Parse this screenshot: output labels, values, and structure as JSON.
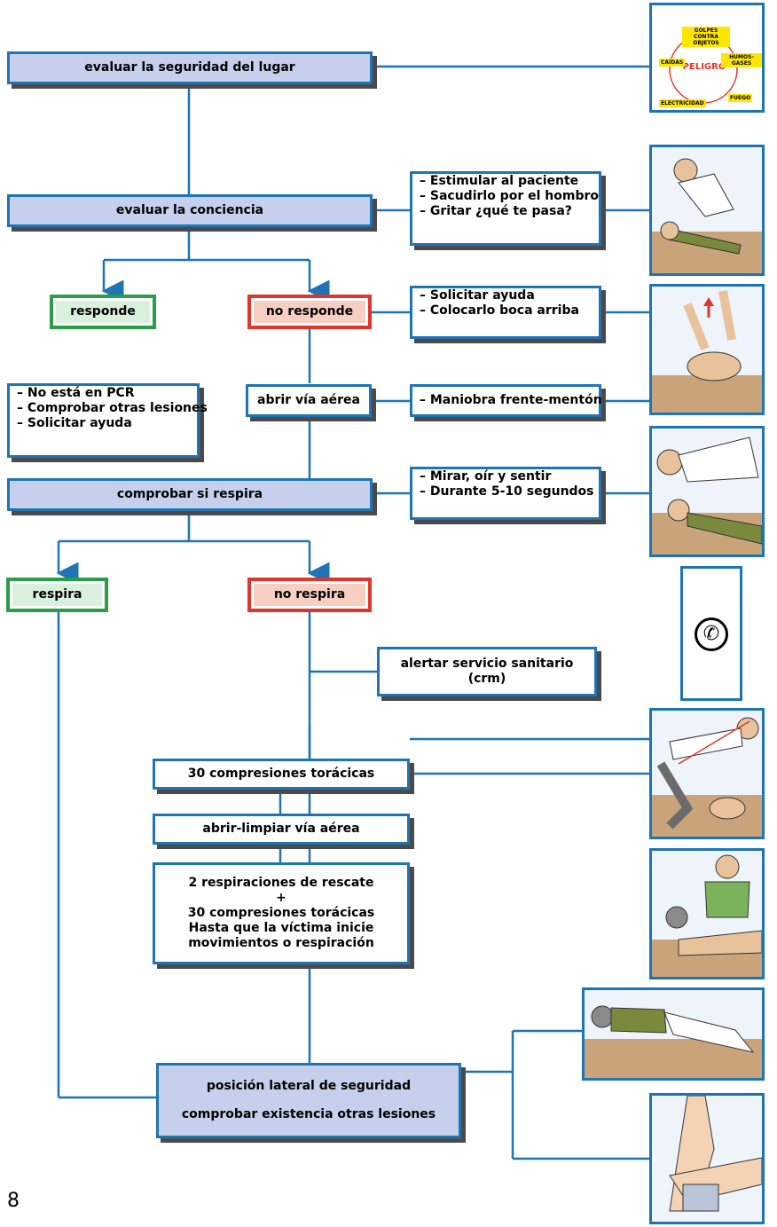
{
  "nodes": {
    "safety": "evaluar la seguridad del lugar",
    "consciousness": "evaluar la conciencia",
    "responds": "responde",
    "not_responds": "no responde",
    "airway": "abrir vía aérea",
    "check_breathing": "comprobar si respira",
    "breathes": "respira",
    "not_breathes": "no respira",
    "alert": [
      "alertar servicio sanitario",
      "(crm)"
    ],
    "compressions": "30 compresiones torácicas",
    "clean_airway": "abrir-limpiar vía aérea",
    "rescue": [
      "2 respiraciones de rescate",
      "+",
      "30 compresiones torácicas",
      "Hasta que la víctima inicie",
      "movimientos o respiración"
    ],
    "lateral": [
      "posición lateral de seguridad",
      "comprobar existencia otras lesiones"
    ]
  },
  "notes": {
    "consciousness": [
      "– Estimular al paciente",
      "– Sacudirlo por el hombro",
      "– Gritar ¿qué te pasa?"
    ],
    "not_responds": [
      "– Solicitar ayuda",
      "– Colocarlo boca arriba"
    ],
    "airway": [
      "– Maniobra frente-mentón"
    ],
    "no_pcr": [
      "– No está en PCR",
      "– Comprobar otras lesiones",
      "– Solicitar ayuda"
    ],
    "breathing": [
      "– Mirar, oír y sentir",
      "– Durante 5-10 segundos"
    ]
  },
  "danger": {
    "center": "PELIGRO",
    "labels": [
      "GOLPES CONTRA OBJETOS",
      "CAÍDAS",
      "HUMOS-GASES",
      "ELECTRICIDAD",
      "FUEGO"
    ]
  },
  "icons": {
    "phone": "phone-icon"
  },
  "colors": {
    "line": "#1f74b5",
    "blue_fill": "#c6d0ec",
    "green": "#2a9d48",
    "red": "#e0352b"
  },
  "page_number": "8"
}
